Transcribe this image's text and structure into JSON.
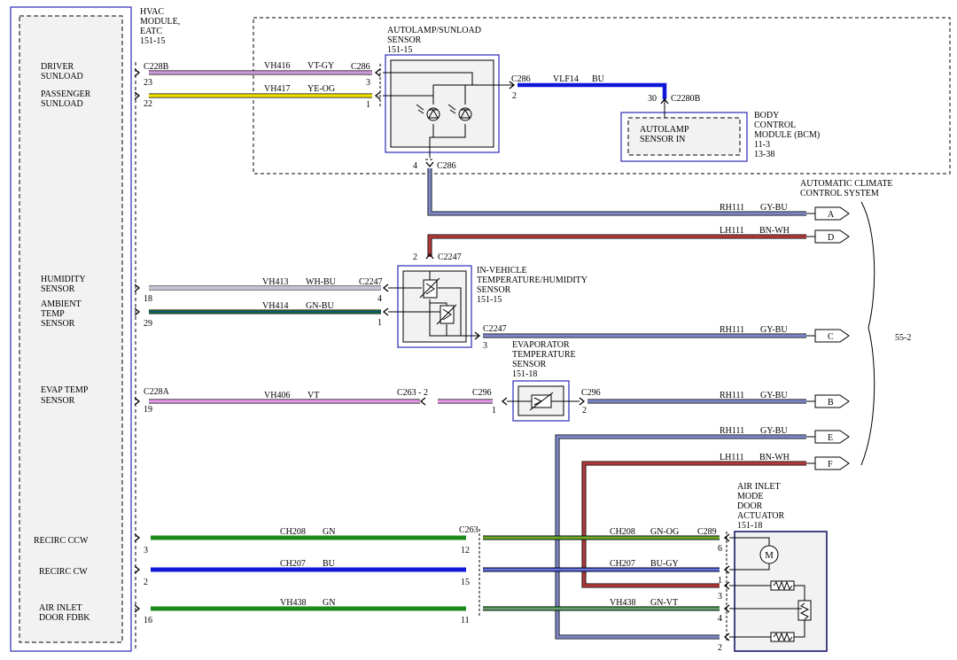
{
  "module": {
    "title_lines": [
      "HVAC",
      "MODULE,",
      "EATC",
      "151-15"
    ],
    "left_labels": {
      "driver_sunload": [
        "DRIVER",
        "SUNLOAD"
      ],
      "passenger_sunload": [
        "PASSENGER",
        "SUNLOAD"
      ],
      "humidity_sensor": [
        "HUMIDITY",
        "SENSOR"
      ],
      "ambient_temp_sensor": [
        "AMBIENT",
        "TEMP",
        "SENSOR"
      ],
      "evap_temp_sensor": [
        "EVAP TEMP",
        "SENSOR"
      ],
      "recirc_ccw": "RECIRC CCW",
      "recirc_cw": "RECIRC CW",
      "air_inlet_door_fdbk": [
        "AIR INLET",
        "DOOR FDBK"
      ]
    },
    "pins": {
      "driver": "23",
      "passenger": "22",
      "humidity": "18",
      "ambient": "29",
      "evap": "19",
      "ccw": "3",
      "cw": "2",
      "fdbk": "16"
    },
    "connectors": {
      "upper": "C228B",
      "lower": "C228A"
    }
  },
  "autolamp": {
    "title_lines": [
      "AUTOLAMP/SUNLOAD",
      "SENSOR",
      "151-15"
    ],
    "conn": "C286",
    "pins": {
      "p3": "3",
      "p1": "1",
      "p2": "2",
      "p4": "4"
    }
  },
  "bcm": {
    "inner_lines": [
      "AUTOLAMP",
      "SENSOR IN"
    ],
    "title_lines": [
      "BODY",
      "CONTROL",
      "MODULE (BCM)",
      "11-3",
      "13-38"
    ],
    "pin": "30",
    "conn": "C2280B"
  },
  "invehicle": {
    "title_lines": [
      "IN-VEHICLE",
      "TEMPERATURE/HUMIDITY",
      "SENSOR",
      "151-15"
    ],
    "conn": "C2247",
    "pins": {
      "p2": "2",
      "p4": "4",
      "p1": "1",
      "p3": "3"
    }
  },
  "evaporator": {
    "title_lines": [
      "EVAPORATOR",
      "TEMPERATURE",
      "SENSOR",
      "151-18"
    ],
    "conn": "C296",
    "pins": {
      "p1": "1",
      "p2": "2"
    }
  },
  "inline": {
    "c263": "C263",
    "c263_2": "C263 - 2",
    "pins": {
      "p12": "12",
      "p15": "15",
      "p11": "11"
    }
  },
  "actuator": {
    "title_lines": [
      "AIR INLET",
      "MODE",
      "DOOR",
      "ACTUATOR",
      "151-18"
    ],
    "conn": "C289",
    "pins": {
      "p6": "6",
      "p1": "1",
      "p3": "3",
      "p4": "4",
      "p2": "2"
    },
    "motor": "M"
  },
  "system": {
    "title_lines": [
      "AUTOMATIC CLIMATE",
      "CONTROL SYSTEM"
    ],
    "ref": "55-2"
  },
  "wires": {
    "vh416": {
      "circuit": "VH416",
      "color": "VT-GY"
    },
    "vh417": {
      "circuit": "VH417",
      "color": "YE-OG"
    },
    "vlf14": {
      "circuit": "VLF14",
      "color": "BU"
    },
    "rh111a": {
      "circuit": "RH111",
      "color": "GY-BU"
    },
    "lh111d": {
      "circuit": "LH111",
      "color": "BN-WH"
    },
    "vh413": {
      "circuit": "VH413",
      "color": "WH-BU"
    },
    "vh414": {
      "circuit": "VH414",
      "color": "GN-BU"
    },
    "rh111c": {
      "circuit": "RH111",
      "color": "GY-BU"
    },
    "vh406": {
      "circuit": "VH406",
      "color": "VT"
    },
    "rh111b": {
      "circuit": "RH111",
      "color": "GY-BU"
    },
    "rh111e": {
      "circuit": "RH111",
      "color": "GY-BU"
    },
    "lh111f": {
      "circuit": "LH111",
      "color": "BN-WH"
    },
    "ch208": {
      "circuit": "CH208",
      "color": "GN"
    },
    "ch208b": {
      "circuit": "CH208",
      "color": "GN-OG"
    },
    "ch207": {
      "circuit": "CH207",
      "color": "BU"
    },
    "ch207b": {
      "circuit": "CH207",
      "color": "BU-GY"
    },
    "vh438": {
      "circuit": "VH438",
      "color": "GN"
    },
    "vh438b": {
      "circuit": "VH438",
      "color": "GN-VT"
    }
  },
  "offpage": {
    "a": "A",
    "b": "B",
    "c": "C",
    "d": "D",
    "e": "E",
    "f": "F"
  },
  "colors": {
    "violet": "#e59be5",
    "yellow": "#f0e000",
    "blue": "#1018d8",
    "green": "#1a8a1a",
    "graybu": "#7c86c4",
    "brown": "#b03a3a",
    "outline": "#2a2ab8",
    "box": "#f2f2f2"
  }
}
